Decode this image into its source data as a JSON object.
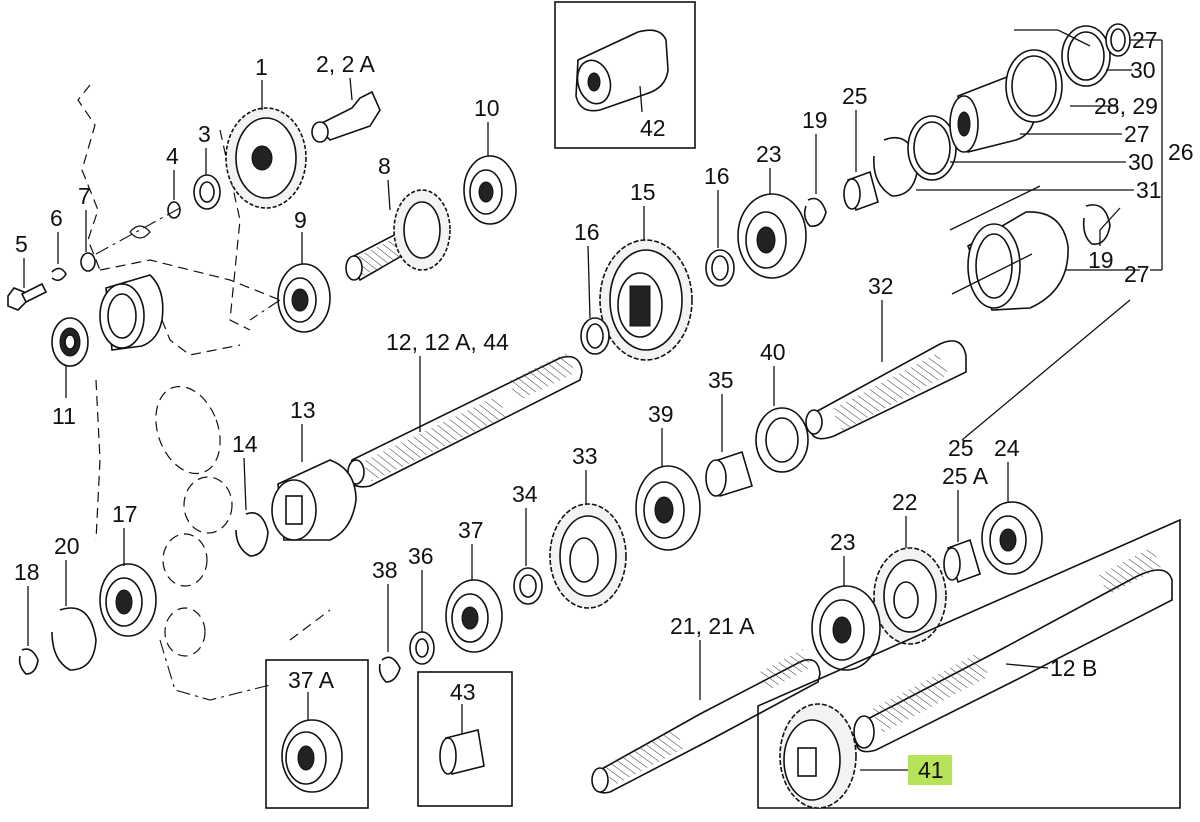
{
  "labels": {
    "p1": "1",
    "p2": "2, 2 A",
    "p3": "3",
    "p4": "4",
    "p5": "5",
    "p6": "6",
    "p7": "7",
    "p8": "8",
    "p9": "9",
    "p10": "10",
    "p11": "11",
    "p12": "12, 12 A, 44",
    "p12b": "12 B",
    "p13": "13",
    "p14": "14",
    "p15": "15",
    "p16a": "16",
    "p16b": "16",
    "p17": "17",
    "p18": "18",
    "p19a": "19",
    "p19b": "19",
    "p20": "20",
    "p21": "21, 21 A",
    "p22": "22",
    "p23a": "23",
    "p23b": "23",
    "p24": "24",
    "p25a": "25",
    "p25b": "25",
    "p25c": "25 A",
    "p26": "26",
    "p27a": "27",
    "p27b": "27",
    "p27c": "27",
    "p28": "28, 29",
    "p30a": "30",
    "p30b": "30",
    "p31": "31",
    "p32": "32",
    "p33": "33",
    "p34": "34",
    "p35": "35",
    "p36": "36",
    "p37": "37",
    "p37a": "37 A",
    "p38": "38",
    "p39": "39",
    "p40": "40",
    "p41": "41",
    "p42": "42",
    "p43": "43"
  },
  "highlight": {
    "part": "41",
    "color": "#b7e35a"
  }
}
